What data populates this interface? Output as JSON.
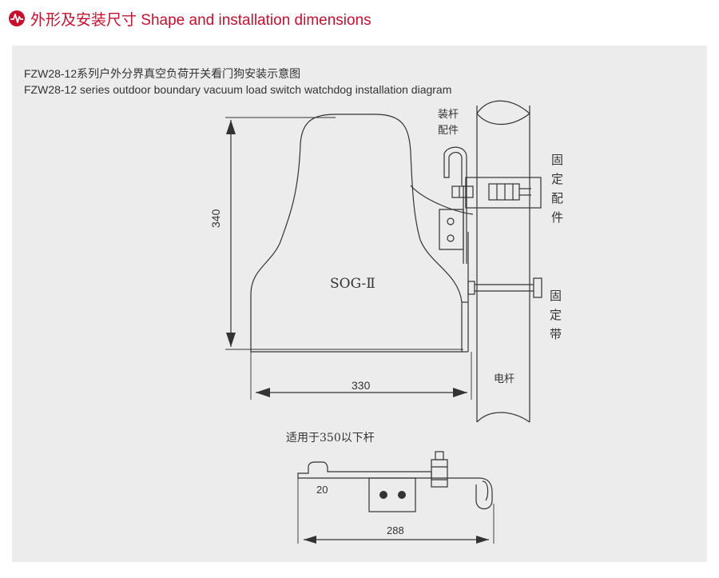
{
  "header": {
    "title": "外形及安装尺寸 Shape and installation dimensions",
    "icon": "pulse-icon",
    "accent_color": "#c8102e"
  },
  "panel": {
    "background": "#ececec"
  },
  "captions": {
    "cn": "FZW28-12系列户外分界真空负荷开关看门狗安装示意图",
    "en": "FZW28-12 series outdoor boundary vacuum load switch watchdog installation diagram"
  },
  "labels": {
    "mounting_parts": [
      "装杆",
      "配件"
    ],
    "fixing_parts": [
      "固",
      "定",
      "配",
      "件"
    ],
    "fixing_strap": [
      "固",
      "定",
      "带"
    ],
    "pole": "电杆",
    "model": "SOG-Ⅱ",
    "dim_height": "340",
    "dim_width": "330",
    "applicable": "适用于350以下杆",
    "dim_bracket_offset": "20",
    "dim_bracket_length": "288"
  }
}
